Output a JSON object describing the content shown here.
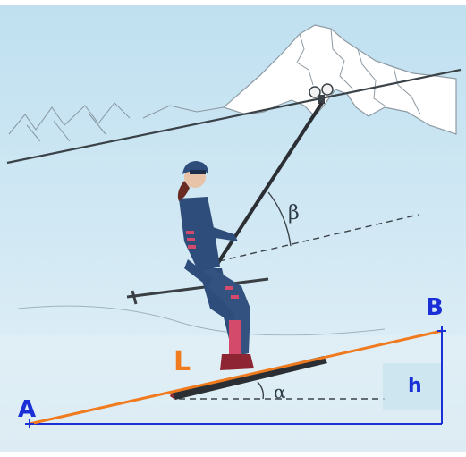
{
  "diagram": {
    "labels": {
      "point_a": "A",
      "point_b": "B",
      "length": "L",
      "height": "h",
      "slope_angle": "α",
      "pole_angle": "β"
    },
    "colors": {
      "sky": "#cfe6f2",
      "snow": "#e8f3f8",
      "slope_line": "#f07a1e",
      "point_blue": "#1a2fd6",
      "length_orange": "#f07a1e",
      "dark_ink": "#2c3a45",
      "skier_suit": "#2e4d7a",
      "skier_pink": "#d44a6a"
    },
    "icons": [
      "mountain-icon",
      "cable-icon",
      "skier-icon",
      "pulley-icon",
      "ski-pole-icon"
    ]
  }
}
